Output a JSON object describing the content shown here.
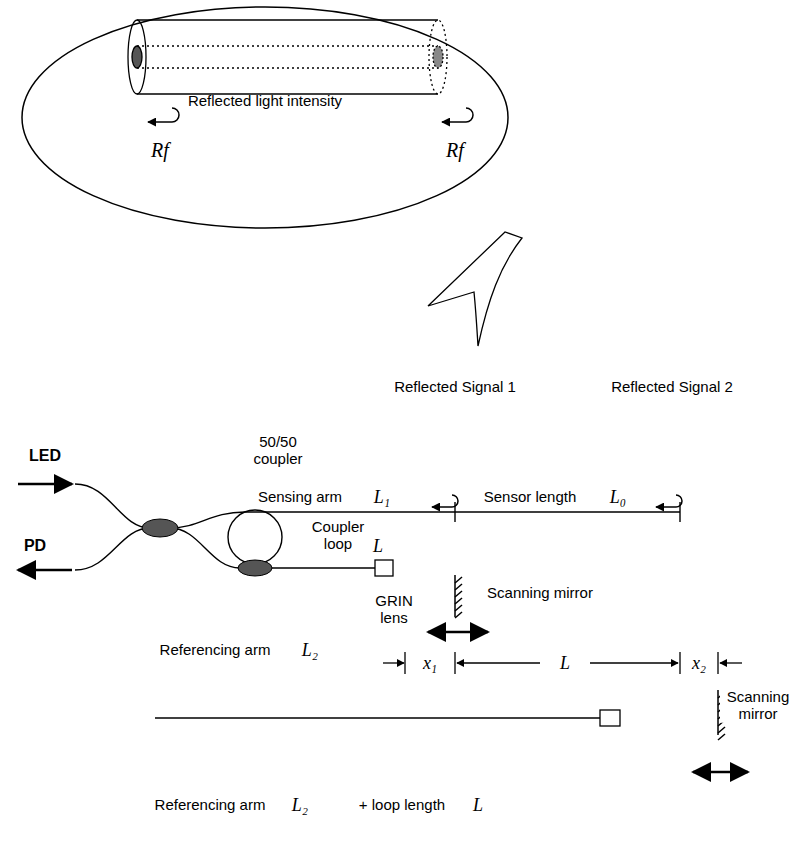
{
  "diagram": {
    "nodes": [
      {
        "text": [
          "Reflected light intensity",
          "Rf",
          "Rf"
        ]
      }
    ],
    "labels": [
      "LED",
      "PD",
      "50/50 coupler",
      "Reflected Signal 1",
      "Reflected Signal 2",
      "Sensing arm",
      "L₁",
      "Sensor length",
      "L₀",
      "Coupler loop",
      "L",
      "Scanning mirror",
      "GRIN lens",
      "Referencing arm",
      "L₂",
      "x₁",
      "L",
      "x₂",
      "Scanning mirror",
      "Referencing arm",
      "L₂",
      "+ loop length",
      "L"
    ]
  }
}
